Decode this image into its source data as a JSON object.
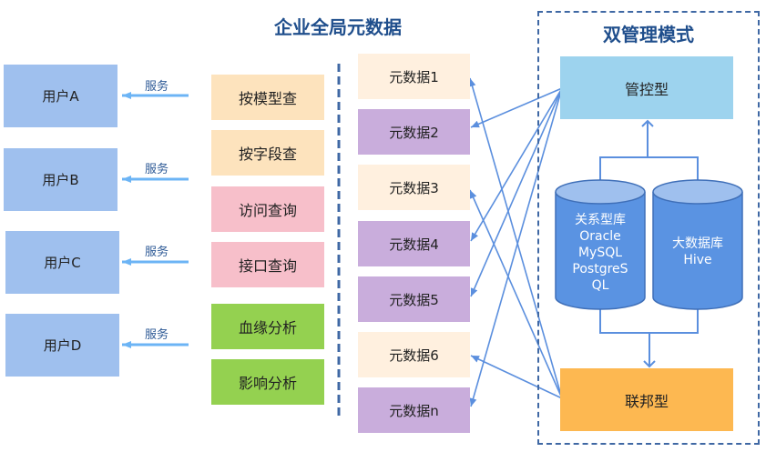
{
  "users": [
    {
      "label": "用户A",
      "service_label": "服务"
    },
    {
      "label": "用户B",
      "service_label": "服务"
    },
    {
      "label": "用户C",
      "service_label": "服务"
    },
    {
      "label": "用户D",
      "service_label": "服务"
    }
  ],
  "global_metadata": {
    "title": "企业全局元数据",
    "queries": [
      {
        "label": "按模型查",
        "color": "#fde3bd"
      },
      {
        "label": "按字段查",
        "color": "#fde3bd"
      },
      {
        "label": "访问查询",
        "color": "#f7bfca"
      },
      {
        "label": "接口查询",
        "color": "#f7bfca"
      },
      {
        "label": "血缘分析",
        "color": "#94d150"
      },
      {
        "label": "影响分析",
        "color": "#94d150"
      }
    ],
    "metadata_items": [
      {
        "label": "元数据1",
        "color": "#fff0df"
      },
      {
        "label": "元数据2",
        "color": "#c9addc"
      },
      {
        "label": "元数据3",
        "color": "#fff0df"
      },
      {
        "label": "元数据4",
        "color": "#c9addc"
      },
      {
        "label": "元数据5",
        "color": "#c9addc"
      },
      {
        "label": "元数据6",
        "color": "#fff0df"
      },
      {
        "label": "元数据n",
        "color": "#c9addc"
      }
    ]
  },
  "dual_management": {
    "title": "双管理模式",
    "managed_label": "管控型",
    "federated_label": "联邦型",
    "relational_db": {
      "lines": [
        "关系型库",
        "Oracle",
        "MySQL",
        "PostgreS",
        "QL"
      ]
    },
    "bigdata_db": {
      "lines": [
        "大数据库",
        "Hive"
      ]
    }
  },
  "colors": {
    "arrow": "#5b8fde",
    "service_arrow": "#6cb4f5",
    "title": "#1f4e8c"
  }
}
